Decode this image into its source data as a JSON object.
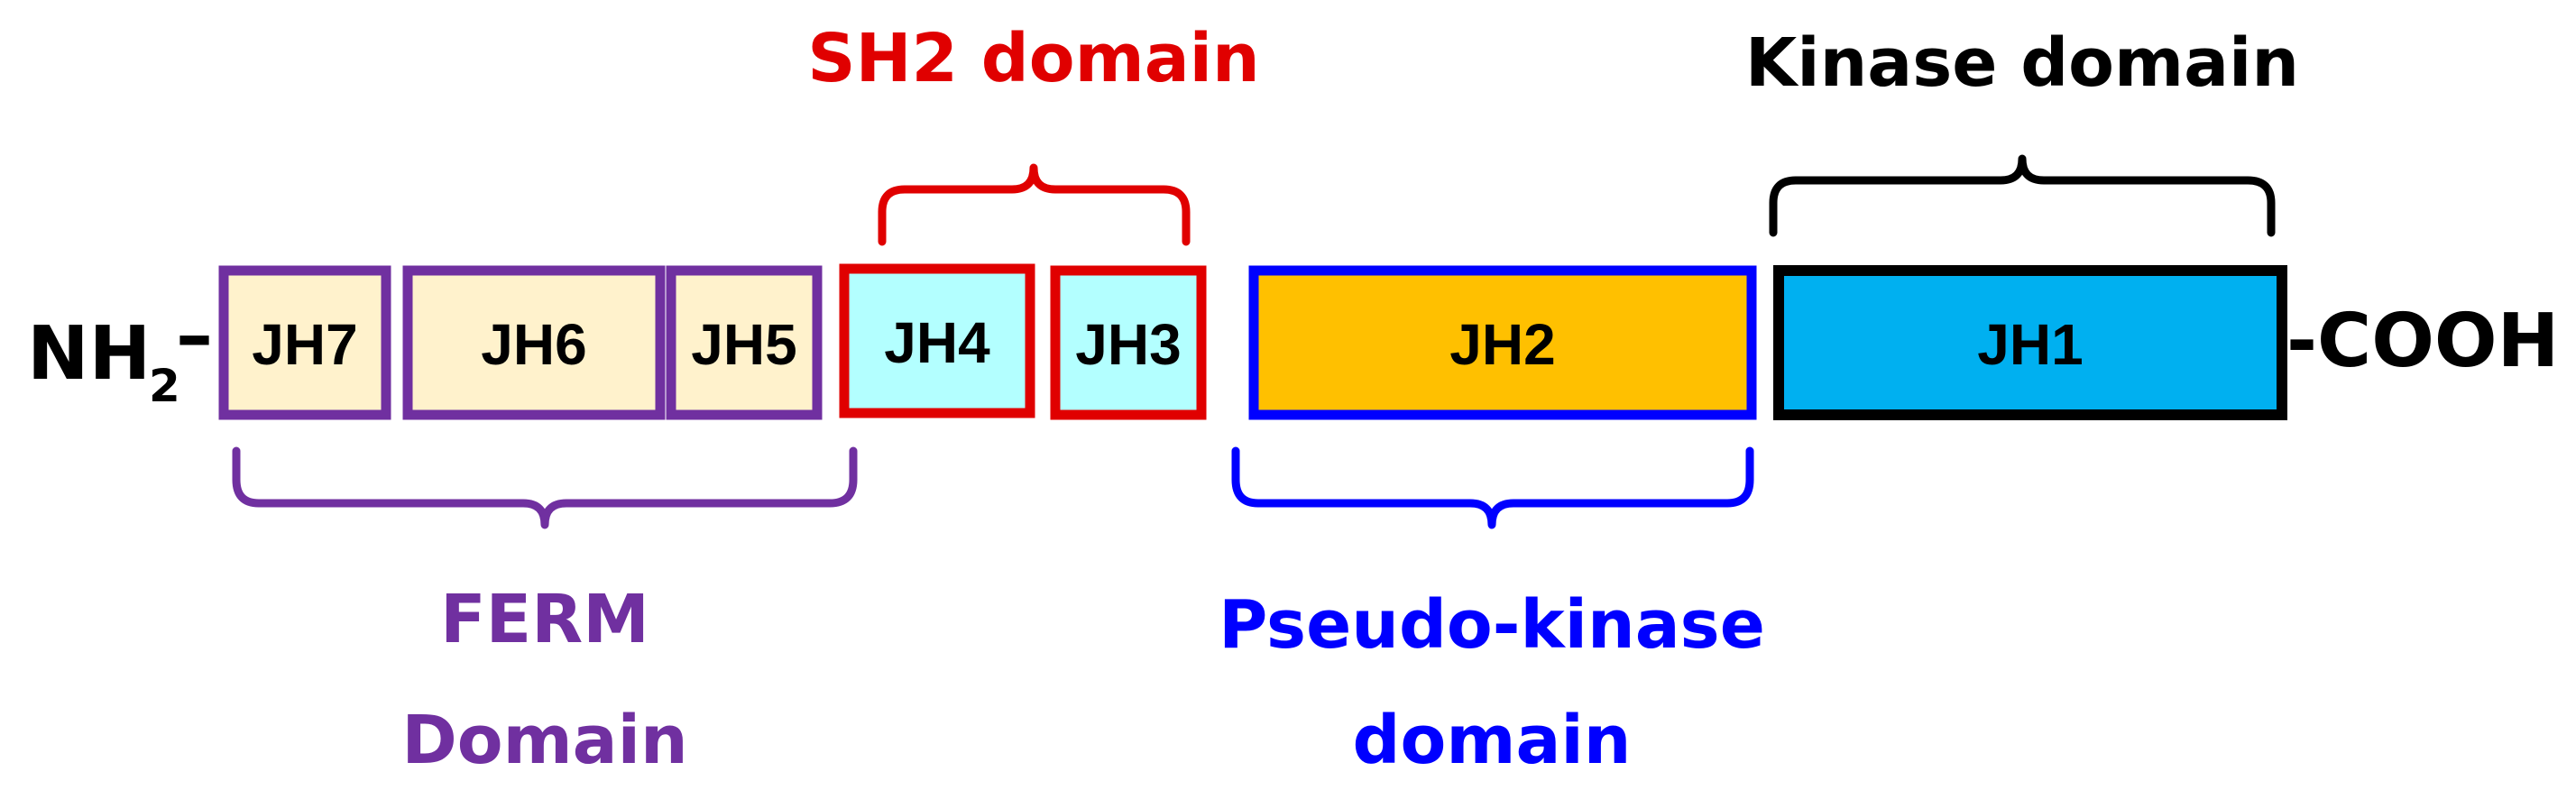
{
  "terminals": {
    "n_main": "NH",
    "n_sub": "2",
    "n_dash": "–",
    "c_label": "-COOH"
  },
  "boxes": [
    {
      "id": "jh7",
      "label": "JH7",
      "fill": "#FFF2CC",
      "stroke": "#7030A0"
    },
    {
      "id": "jh6",
      "label": "JH6",
      "fill": "#FFF2CC",
      "stroke": "#7030A0"
    },
    {
      "id": "jh5",
      "label": "JH5",
      "fill": "#FFF2CC",
      "stroke": "#7030A0"
    },
    {
      "id": "jh4",
      "label": "JH4",
      "fill": "#B3FFFF",
      "stroke": "#E00000"
    },
    {
      "id": "jh3",
      "label": "JH3",
      "fill": "#B3FFFF",
      "stroke": "#E00000"
    },
    {
      "id": "jh2",
      "label": "JH2",
      "fill": "#FFC000",
      "stroke": "#0000FF"
    },
    {
      "id": "jh1",
      "label": "JH1",
      "fill": "#00B0F0",
      "stroke": "#000000"
    }
  ],
  "domains": {
    "sh2": {
      "label": "SH2 domain",
      "color": "#E00000"
    },
    "kinase": {
      "label": "Kinase domain",
      "color": "#000000"
    },
    "ferm": {
      "line1": "FERM",
      "line2": "Domain",
      "color": "#7030A0"
    },
    "pseudo": {
      "line1": "Pseudo-kinase",
      "line2": "domain",
      "color": "#0000FF"
    }
  }
}
